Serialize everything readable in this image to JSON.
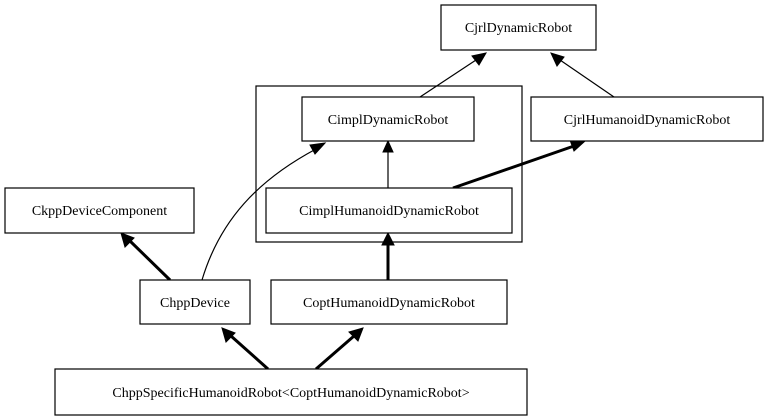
{
  "diagram": {
    "nodes": {
      "cjrl_dynamic_robot": "CjrlDynamicRobot",
      "cimpl_dynamic_robot": "CimplDynamicRobot",
      "cjrl_humanoid_dynamic_robot": "CjrlHumanoidDynamicRobot",
      "cimpl_humanoid_dynamic_robot": "CimplHumanoidDynamicRobot",
      "ckpp_device_component": "CkppDeviceComponent",
      "chpp_device": "ChppDevice",
      "copt_humanoid_dynamic_robot": "CoptHumanoidDynamicRobot",
      "chpp_specific_humanoid_robot": "ChppSpecificHumanoidRobot<CoptHumanoidDynamicRobot>"
    }
  }
}
